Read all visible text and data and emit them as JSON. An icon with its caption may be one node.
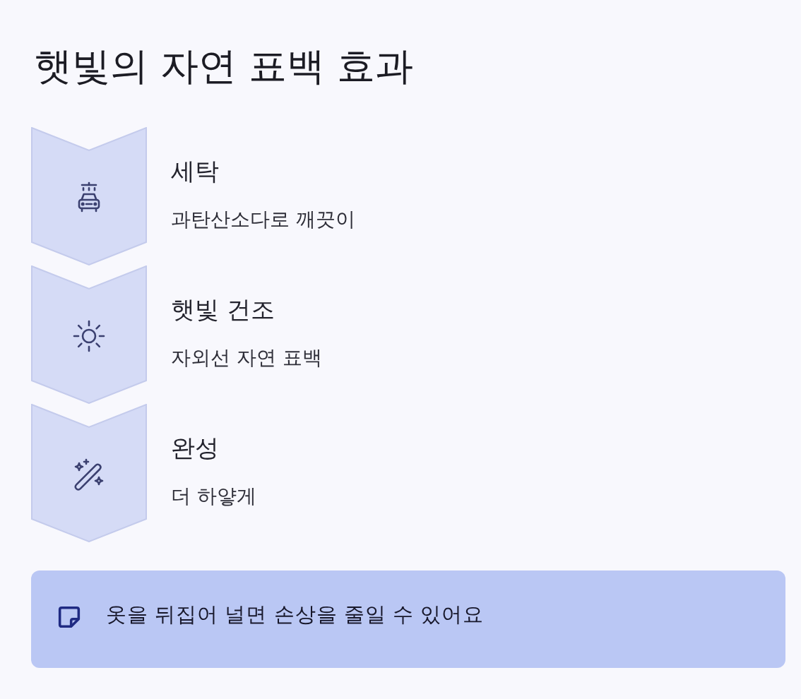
{
  "diagram": {
    "title": "햇빛의 자연 표백 효과",
    "nodes": [
      {
        "text": [
          "세탁",
          "과탄산소다로 깨끗이"
        ]
      },
      {
        "text": [
          "햇빛 건조",
          "자외선 자연 표백"
        ]
      },
      {
        "text": [
          "완성",
          "더 하얗게"
        ]
      },
      {
        "text": [
          "옷을 뒤집어 널면 손상을 줄일 수 있어요"
        ]
      }
    ]
  }
}
